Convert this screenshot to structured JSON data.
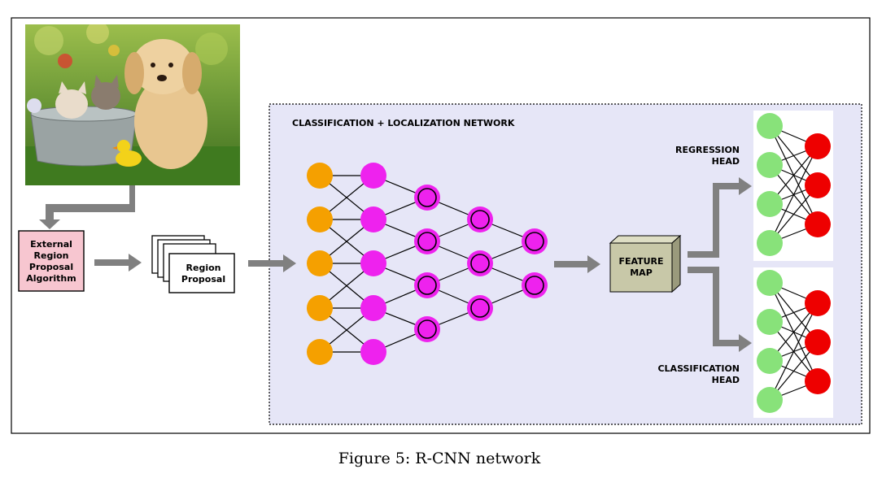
{
  "figure": {
    "caption": "Figure 5: R-CNN network"
  },
  "diagram": {
    "network_title": "CLASSIFICATION + LOCALIZATION NETWORK",
    "proposal_algorithm": [
      "External",
      "Region",
      "Proposal",
      "Algorithm"
    ],
    "region_proposal": [
      "Region",
      "Proposal"
    ],
    "feature_map": [
      "FEATURE",
      "MAP"
    ],
    "regression_head": [
      "REGRESSION",
      "HEAD"
    ],
    "classification_head": [
      "CLASSIFICATION",
      "HEAD"
    ],
    "input_image": "puppy, two kittens and a rubber duck in a metal tub on grass"
  },
  "colors": {
    "input_layer": "#f5a000",
    "hidden_layer": "#ee22ee",
    "head_input": "#88e27a",
    "head_output": "#ee0000",
    "arrow": "#808080",
    "network_bg": "#e6e6f7",
    "proposal_box": "#f7c6d0",
    "feature_map": "#c8c8a8"
  }
}
